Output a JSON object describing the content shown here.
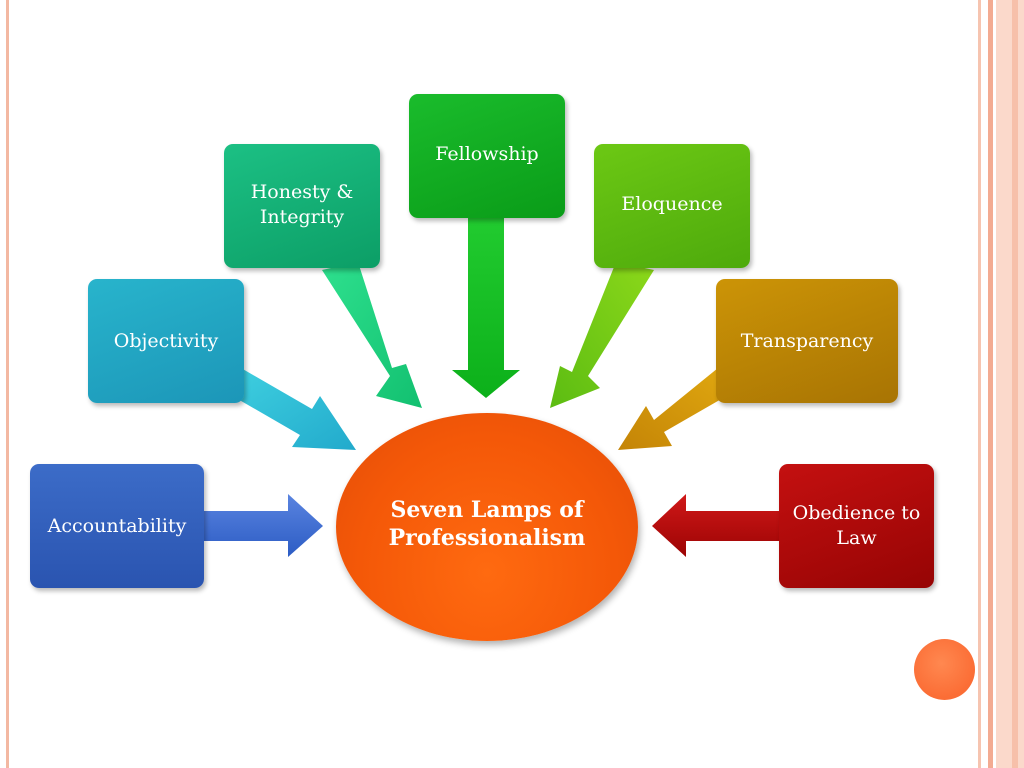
{
  "diagram": {
    "center": {
      "label": "Seven Lamps of Professionalism",
      "color": "#f45808"
    },
    "lamps": [
      {
        "id": "accountability",
        "label": "Accountability",
        "color": "#2f5cb4"
      },
      {
        "id": "objectivity",
        "label": "Objectivity",
        "color": "#1fa6c0"
      },
      {
        "id": "honesty",
        "label": "Honesty & Integrity",
        "color": "#12b27a"
      },
      {
        "id": "fellowship",
        "label": "Fellowship",
        "color": "#12b436"
      },
      {
        "id": "eloquence",
        "label": "Eloquence",
        "color": "#6cc412"
      },
      {
        "id": "transparency",
        "label": "Transparency",
        "color": "#c48a06"
      },
      {
        "id": "obedience",
        "label": "Obedience to Law",
        "color": "#b40808"
      }
    ]
  }
}
